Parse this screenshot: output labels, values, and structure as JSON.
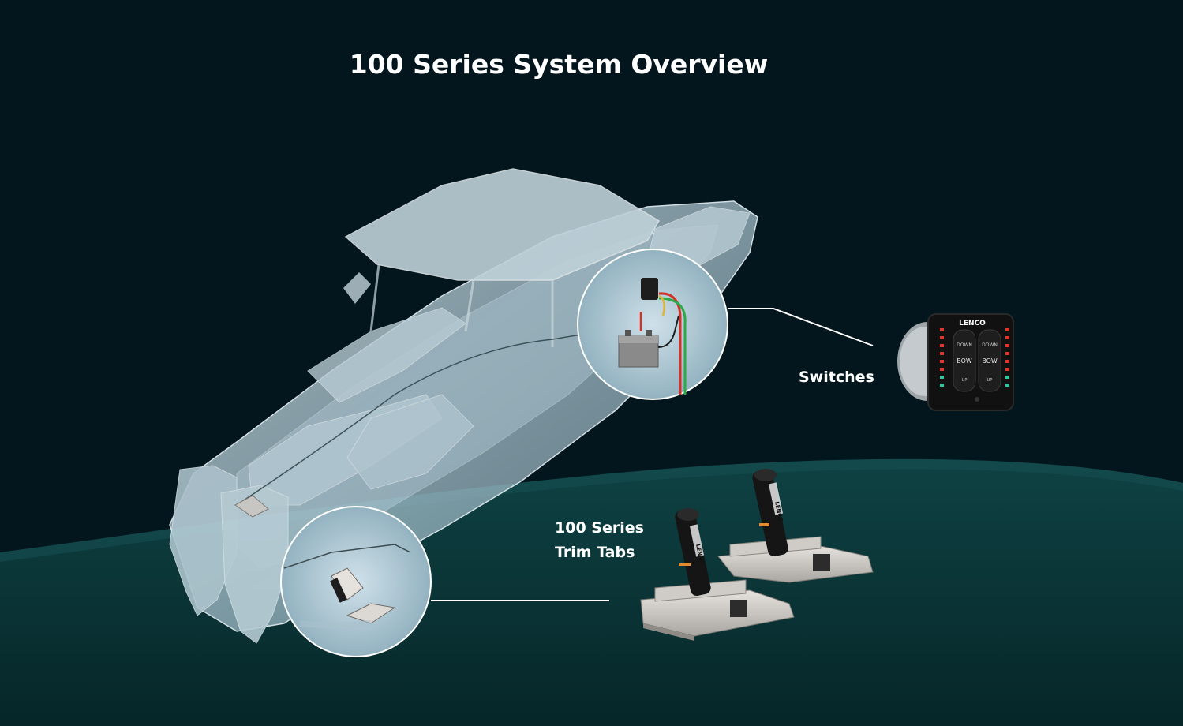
{
  "title": "100 Series System Overview",
  "labels": {
    "switches": "Switches",
    "trim_tabs_line1": "100 Series",
    "trim_tabs_line2": "Trim Tabs"
  },
  "switch_panel": {
    "brand": "LENCO",
    "left": {
      "top": "DOWN",
      "mid": "BOW",
      "bottom": "UP"
    },
    "right": {
      "top": "DOWN",
      "mid": "BOW",
      "bottom": "UP"
    }
  },
  "actuator_brand": "LENCO",
  "colors": {
    "background_top": "#03161d",
    "background_water": "#0b3a3e",
    "boat_ghost": "#a9c6d3",
    "callout_line": "#ffffff",
    "wire_red": "#d73026",
    "wire_green": "#2fa84a",
    "led_red": "#e0352b",
    "led_green": "#2fc7a0"
  }
}
